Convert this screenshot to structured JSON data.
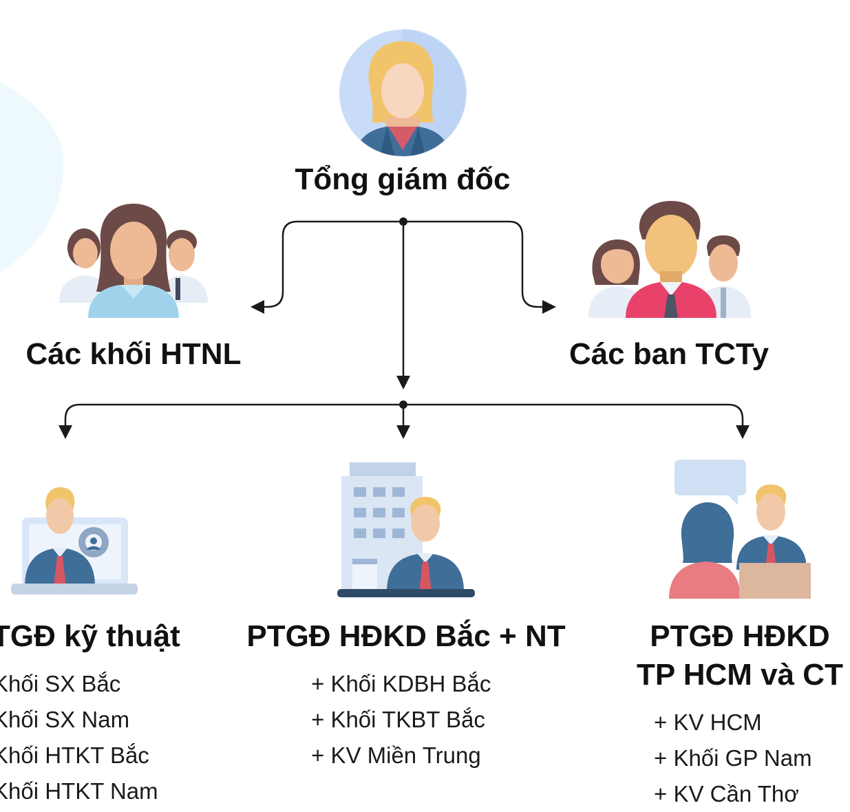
{
  "nodes": {
    "ceo": {
      "label": "Tổng giám đốc",
      "icon": "female-executive-icon"
    },
    "htnl": {
      "label": "Các khối HTNL",
      "icon": "group-three-people-icon"
    },
    "tcty": {
      "label": "Các ban TCTy",
      "icon": "team-three-people-icon"
    },
    "ptgd_tech": {
      "label": "TGĐ kỹ thuật",
      "icon": "engineer-laptop-gear-icon",
      "items": [
        "Khối SX Bắc",
        "Khối SX Nam",
        "Khối HTKT Bắc",
        "Khối HTKT Nam"
      ]
    },
    "ptgd_north": {
      "label": "PTGĐ HĐKD Bắc + NT",
      "icon": "businessman-office-building-icon",
      "items": [
        "+ Khối KDBH Bắc",
        "+ Khối TKBT Bắc",
        "+ KV Miền Trung"
      ]
    },
    "ptgd_south": {
      "label_line1": "PTGĐ HĐKD",
      "label_line2": "TP HCM và CT",
      "icon": "consultation-meeting-icon",
      "items": [
        "+ KV HCM",
        "+ Khối GP Nam",
        "+ KV Cần Thơ"
      ]
    }
  },
  "colors": {
    "line": "#1a1a1a",
    "background_blob": "#eef9fd",
    "suit": "#3f6e99",
    "skin": "#f2c9a8",
    "hair_blonde": "#f1c46b",
    "hair_brown": "#6b4a47",
    "tie": "#d85562",
    "shirt_pink": "#e8416a"
  }
}
